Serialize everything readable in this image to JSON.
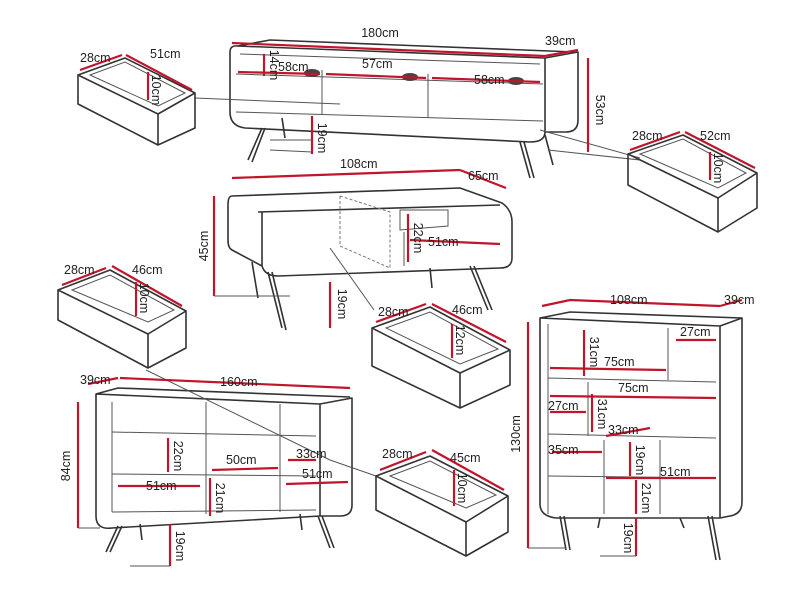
{
  "tv_unit": {
    "width": "180cm",
    "depth": "39cm",
    "height": "53cm",
    "drawer_height": "14cm",
    "compartment_left": "58cm",
    "compartment_middle": "57cm",
    "compartment_right": "58cm",
    "leg_height": "19cm",
    "drawer_left": {
      "depth": "28cm",
      "width": "51cm",
      "height": "10cm"
    },
    "drawer_right": {
      "depth": "28cm",
      "width": "52cm",
      "height": "10cm"
    }
  },
  "coffee_table": {
    "width": "108cm",
    "depth": "65cm",
    "height": "45cm",
    "inner_height": "22cm",
    "inner_width": "51cm",
    "leg_height": "19cm",
    "drawer": {
      "depth": "28cm",
      "width": "46cm",
      "height": "12cm"
    }
  },
  "sideboard": {
    "width": "160cm",
    "depth": "39cm",
    "height": "84cm",
    "inner_height": "22cm",
    "inner_width_left": "51cm",
    "inner_width_middle": "50cm",
    "inner_depth_right": "33cm",
    "inner_width_right": "51cm",
    "lower_height": "21cm",
    "leg_height": "19cm",
    "drawer_left": {
      "depth": "28cm",
      "width": "46cm",
      "height": "10cm"
    },
    "drawer_right": {
      "depth": "28cm",
      "width": "45cm",
      "height": "10cm"
    }
  },
  "bookcase": {
    "width": "108cm",
    "depth": "39cm",
    "height": "130cm",
    "top_left_height": "31cm",
    "top_right_width": "27cm",
    "top_shelf_width": "75cm",
    "mid_shelf_width": "75cm",
    "mid_left_width": "27cm",
    "mid_height": "31cm",
    "mid_depth": "33cm",
    "lower_left_width": "35cm",
    "lower_height_top": "19cm",
    "lower_shelf_width": "51cm",
    "lower_height_bottom": "21cm",
    "leg_height": "19cm"
  }
}
